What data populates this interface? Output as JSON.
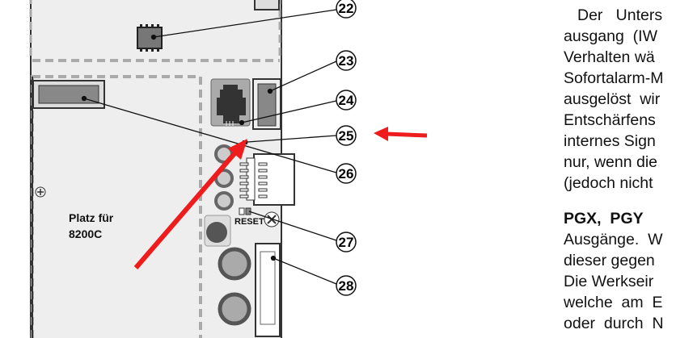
{
  "diagram": {
    "callouts": [
      "22",
      "23",
      "24",
      "25",
      "26",
      "27",
      "28"
    ],
    "board_label_line1": "Platz für",
    "board_label_line2": "8200C",
    "reset_label": "RESET",
    "accent_color": "#ee1c1c"
  },
  "text": {
    "lines": [
      "Der   Unters",
      "ausgang  (IW",
      "Verhalten wä",
      "Sofortalarm-M",
      "ausgelöst  wir",
      "Entschärfens",
      "internes Sign",
      "nur, wenn die",
      "(jedoch nicht",
      "PGX,  PGY",
      "Ausgänge.  W",
      "dieser gegen",
      "Die Werkseir",
      "welche  am  E",
      "oder  durch  N"
    ]
  }
}
